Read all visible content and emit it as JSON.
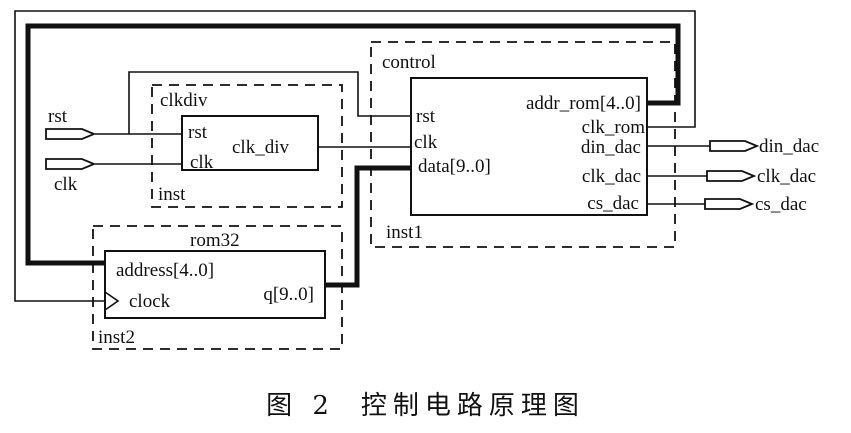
{
  "caption": {
    "figure_label": "图 2",
    "title": "控制电路原理图"
  },
  "inputs": [
    {
      "name": "rst"
    },
    {
      "name": "clk"
    }
  ],
  "outputs": [
    {
      "name": "din_dac"
    },
    {
      "name": "clk_dac"
    },
    {
      "name": "cs_dac"
    }
  ],
  "blocks": {
    "clkdiv": {
      "module": "clkdiv",
      "instance": "inst",
      "ports_in": [
        "rst",
        "clk"
      ],
      "port_out": "clk_div"
    },
    "control": {
      "module": "control",
      "instance": "inst1",
      "ports_in": [
        "rst",
        "clk",
        "data[9..0]"
      ],
      "ports_out": [
        "addr_rom[4..0]",
        "clk_rom",
        "din_dac",
        "clk_dac",
        "cs_dac"
      ]
    },
    "rom32": {
      "module": "rom32",
      "instance": "inst2",
      "ports_in": [
        "address[4..0]",
        "clock"
      ],
      "port_out": "q[9..0]"
    }
  },
  "colors": {
    "line": "#111111",
    "background": "#ffffff"
  }
}
